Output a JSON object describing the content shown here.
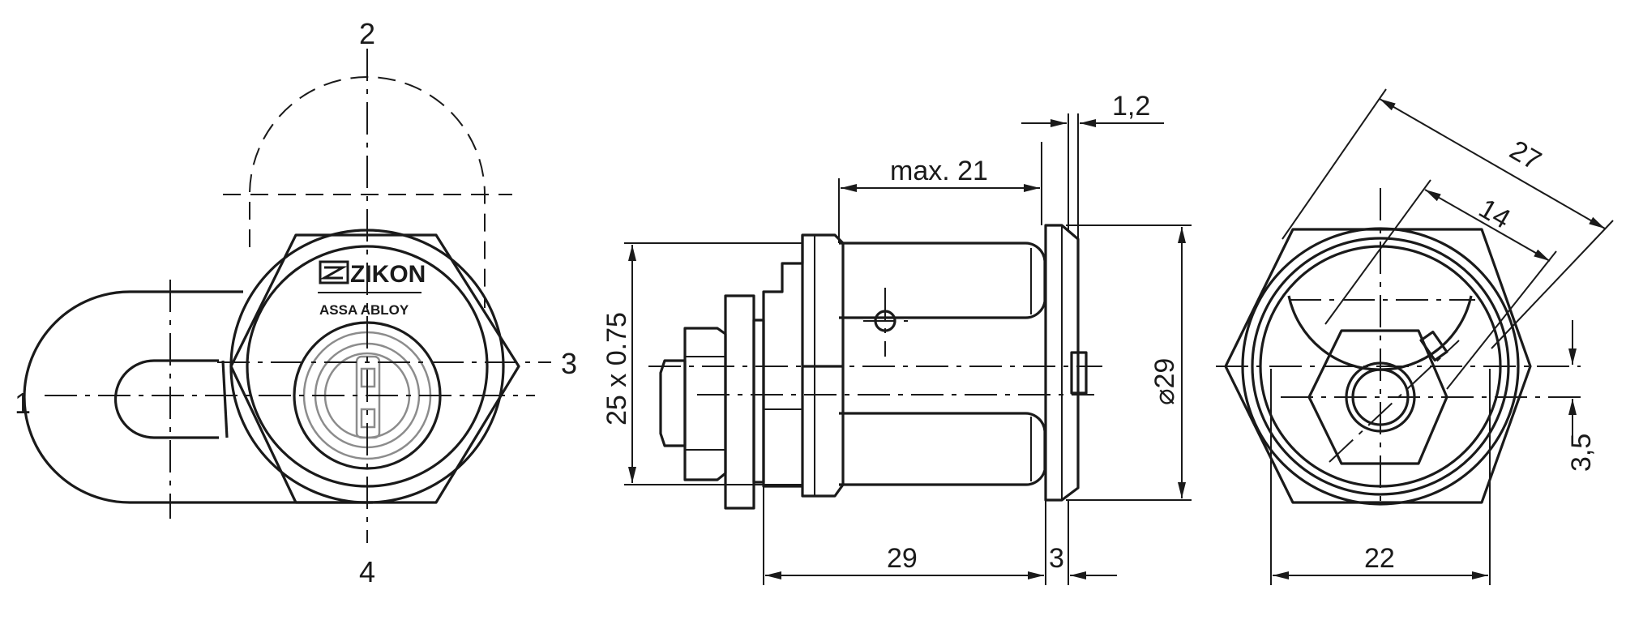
{
  "front_view": {
    "position_labels": [
      "1",
      "2",
      "3",
      "4"
    ],
    "brand_logo": "ZIKON",
    "brand_subtitle": "ASSA ABLOY"
  },
  "side_view": {
    "dim_thread": "25 x 0.75",
    "dim_max_length": "max. 21",
    "dim_flange": "1,2",
    "dim_diameter": "⌀29",
    "dim_body_length": "29",
    "dim_collar": "3"
  },
  "rear_view": {
    "dim_27": "27",
    "dim_14": "14",
    "dim_offset": "3,5",
    "dim_width": "22"
  }
}
